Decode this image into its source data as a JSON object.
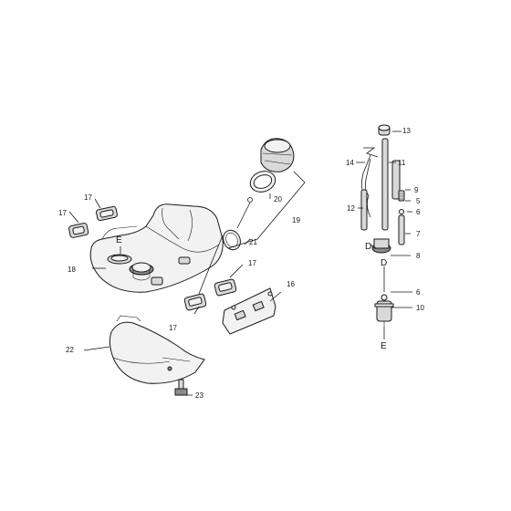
{
  "labels": {
    "p5": "5",
    "p6a": "6",
    "p6b": "6",
    "p7": "7",
    "p8": "8",
    "p9": "9",
    "p10": "10",
    "p11": "11",
    "p12": "12",
    "p13": "13",
    "p14": "14",
    "p16": "16",
    "p17a": "17",
    "p17b": "17",
    "p17c": "17",
    "p17d": "17",
    "p18": "18",
    "p19": "19",
    "p20": "20",
    "p21": "21",
    "p22": "22",
    "p23": "23",
    "letterE1": "E",
    "letterE2": "E",
    "letterD1": "D",
    "letterD2": "D"
  }
}
